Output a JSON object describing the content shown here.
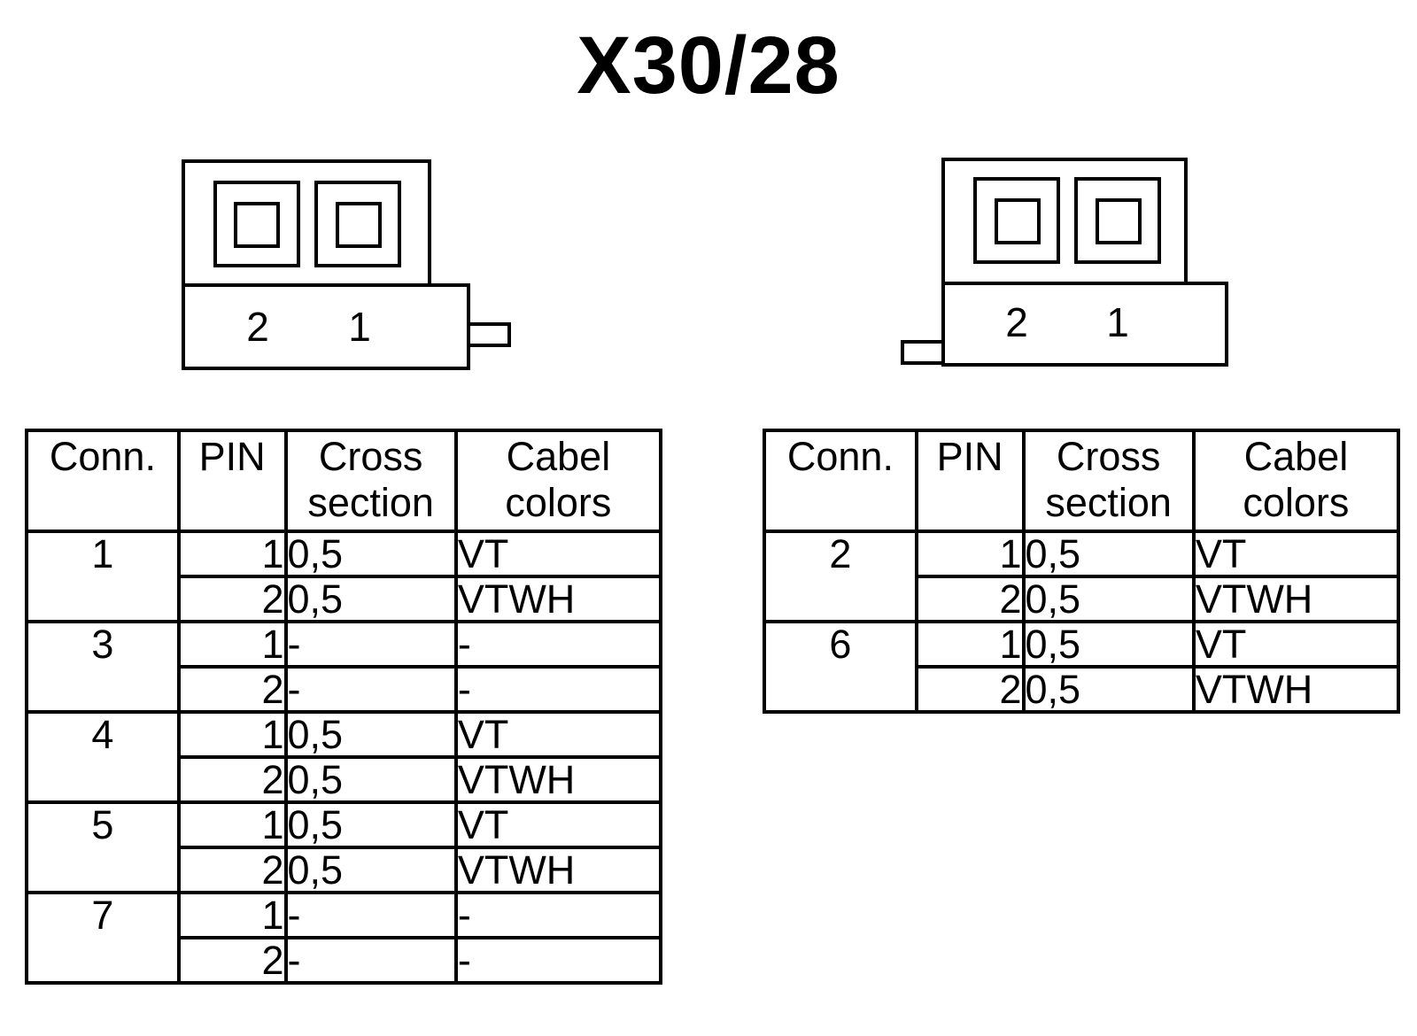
{
  "title": "X30/28",
  "connectors": [
    {
      "pin_labels": [
        "2",
        "1"
      ]
    },
    {
      "pin_labels": [
        "2",
        "1"
      ]
    }
  ],
  "tables": [
    {
      "headers": {
        "conn": "Conn.",
        "pin": "PIN",
        "cross_section": [
          "Cross",
          "section"
        ],
        "cable_colors": [
          "Cabel",
          "colors"
        ]
      },
      "groups": [
        {
          "conn": "1",
          "rows": [
            {
              "pin": "1",
              "cross_section": "0,5",
              "color": "VT"
            },
            {
              "pin": "2",
              "cross_section": "0,5",
              "color": "VTWH"
            }
          ]
        },
        {
          "conn": "3",
          "rows": [
            {
              "pin": "1",
              "cross_section": "-",
              "color": "-"
            },
            {
              "pin": "2",
              "cross_section": "-",
              "color": "-"
            }
          ]
        },
        {
          "conn": "4",
          "rows": [
            {
              "pin": "1",
              "cross_section": "0,5",
              "color": "VT"
            },
            {
              "pin": "2",
              "cross_section": "0,5",
              "color": "VTWH"
            }
          ]
        },
        {
          "conn": "5",
          "rows": [
            {
              "pin": "1",
              "cross_section": "0,5",
              "color": "VT"
            },
            {
              "pin": "2",
              "cross_section": "0,5",
              "color": "VTWH"
            }
          ]
        },
        {
          "conn": "7",
          "rows": [
            {
              "pin": "1",
              "cross_section": "-",
              "color": "-"
            },
            {
              "pin": "2",
              "cross_section": "-",
              "color": "-"
            }
          ]
        }
      ]
    },
    {
      "headers": {
        "conn": "Conn.",
        "pin": "PIN",
        "cross_section": [
          "Cross",
          "section"
        ],
        "cable_colors": [
          "Cabel",
          "colors"
        ]
      },
      "groups": [
        {
          "conn": "2",
          "rows": [
            {
              "pin": "1",
              "cross_section": "0,5",
              "color": "VT"
            },
            {
              "pin": "2",
              "cross_section": "0,5",
              "color": "VTWH"
            }
          ]
        },
        {
          "conn": "6",
          "rows": [
            {
              "pin": "1",
              "cross_section": "0,5",
              "color": "VT"
            },
            {
              "pin": "2",
              "cross_section": "0,5",
              "color": "VTWH"
            }
          ]
        }
      ]
    }
  ]
}
